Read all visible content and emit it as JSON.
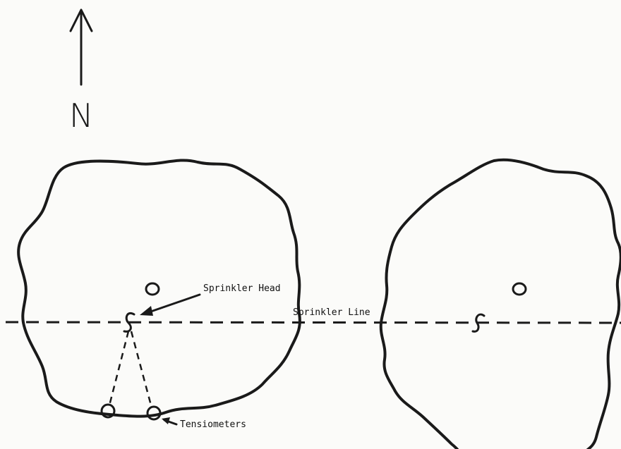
{
  "diagram": {
    "north_label": "N",
    "labels": {
      "sprinkler_head": "Sprinkler Head",
      "sprinkler_line": "Sprinkler Line",
      "tensiometers": "Tensiometers"
    },
    "icons": [
      "north-arrow-icon",
      "sprinkler-head-icon",
      "tensiometer-icon",
      "tree-marker-icon"
    ]
  }
}
